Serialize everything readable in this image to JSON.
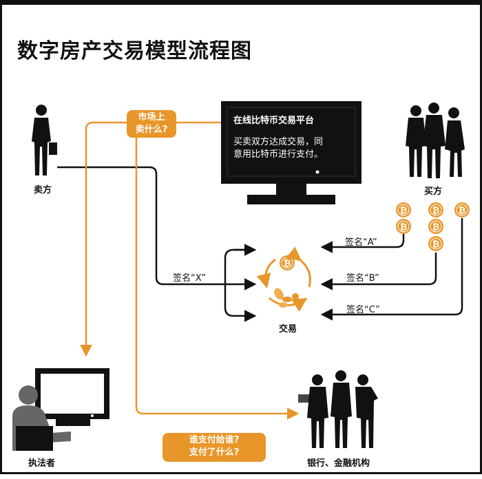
{
  "title": "数字房产交易模型流程图",
  "nodes": {
    "seller": "卖方",
    "buyer": "买方",
    "law_enforcement": "执法者",
    "banks": "银行、金融机构",
    "exchange": "交易"
  },
  "platform": {
    "title": "在线比特币交易平台",
    "line1": "买卖双方达成交易，同",
    "line2": "意用比特币进行支付。"
  },
  "questions": {
    "market_line1": "市场上",
    "market_line2": "卖什么?",
    "pay_line1": "谁支付给谁?",
    "pay_line2": "支付了什么?"
  },
  "signatures": {
    "x": "签名“X”",
    "a": "签名“A”",
    "b": "签名“B”",
    "c": "签名“C”"
  },
  "colors": {
    "accent": "#e8962a",
    "dark": "#111111"
  },
  "icons": [
    "bitcoin-coin-icon",
    "person-silhouette-icon",
    "monitor-icon"
  ]
}
